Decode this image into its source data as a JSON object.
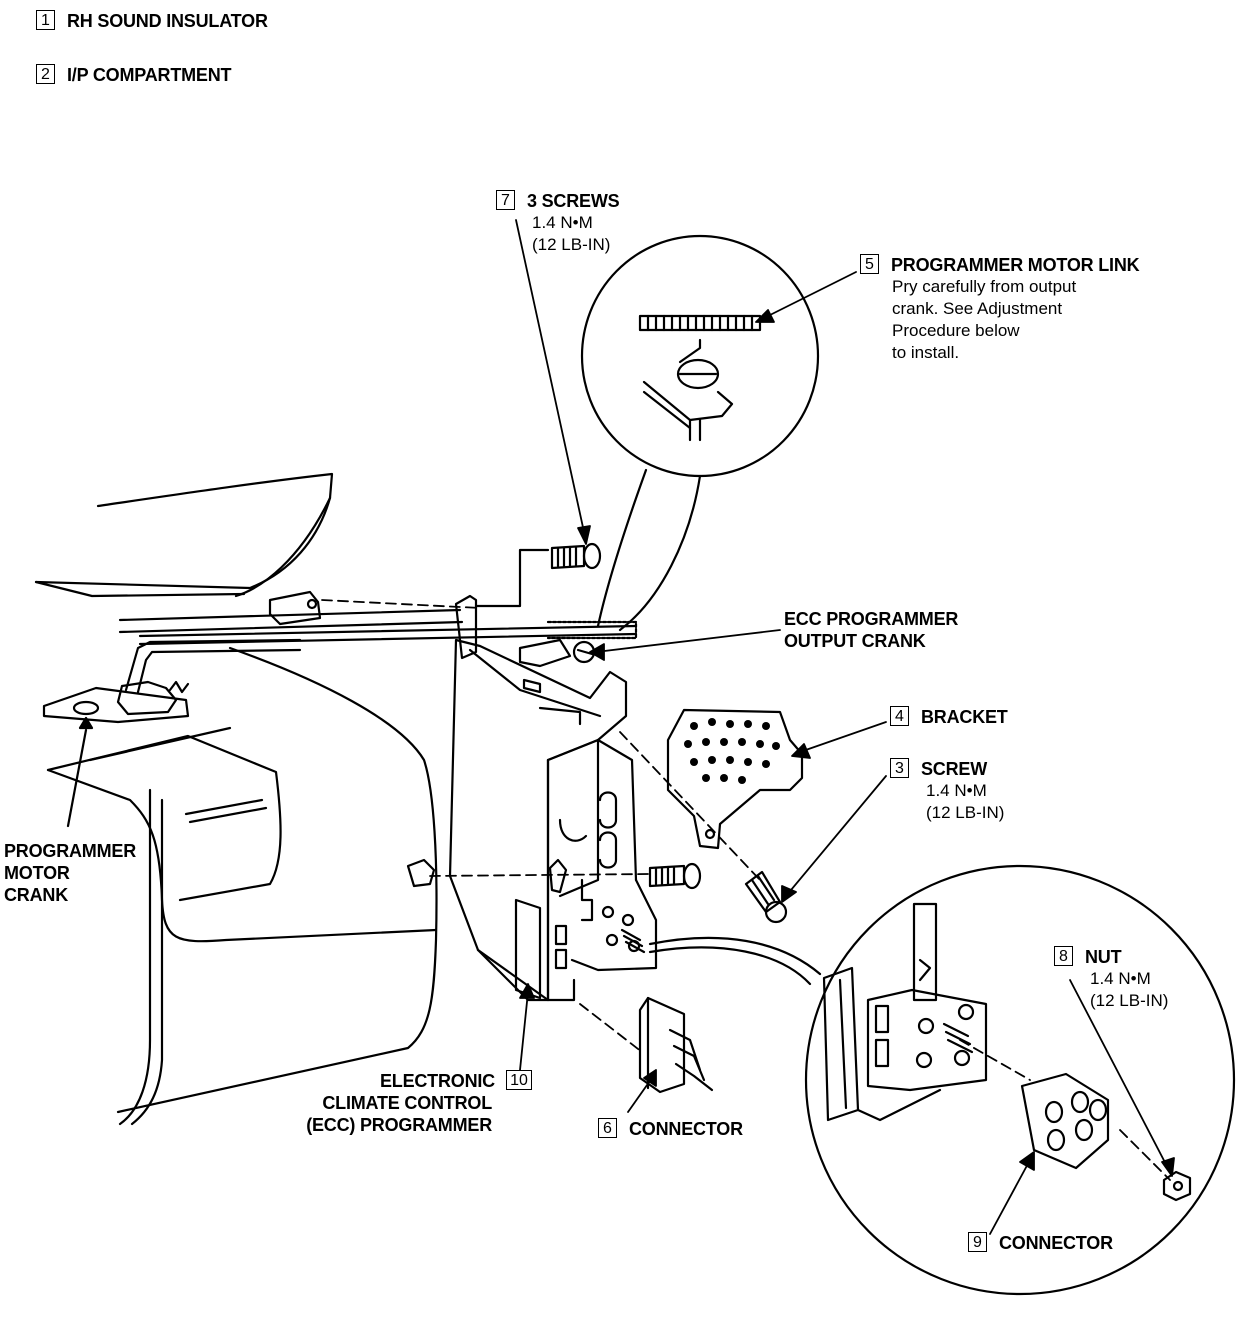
{
  "callouts": [
    {
      "num": "1",
      "title": "RH SOUND INSULATOR"
    },
    {
      "num": "2",
      "title": "I/P COMPARTMENT"
    },
    {
      "num": "7",
      "title": "3 SCREWS",
      "lines": [
        "1.4 N•M",
        "(12 LB-IN)"
      ]
    },
    {
      "num": "5",
      "title": "PROGRAMMER MOTOR LINK",
      "lines": [
        "Pry carefully from output",
        "crank. See Adjustment",
        "Procedure below",
        "to install."
      ]
    },
    {
      "title": "ECC PROGRAMMER",
      "lines": [
        "OUTPUT CRANK"
      ]
    },
    {
      "num": "4",
      "title": "BRACKET"
    },
    {
      "num": "3",
      "title": "SCREW",
      "lines": [
        "1.4 N•M",
        "(12 LB-IN)"
      ]
    },
    {
      "title": "PROGRAMMER",
      "lines": [
        "MOTOR",
        "CRANK"
      ]
    },
    {
      "num": "8",
      "title": "NUT",
      "lines": [
        "1.4 N•M",
        "(12 LB-IN)"
      ]
    },
    {
      "num": "10",
      "title": "ELECTRONIC",
      "lines": [
        "CLIMATE CONTROL",
        "(ECC) PROGRAMMER"
      ]
    },
    {
      "num": "6",
      "title": "CONNECTOR"
    },
    {
      "num": "9",
      "title": "CONNECTOR"
    }
  ]
}
